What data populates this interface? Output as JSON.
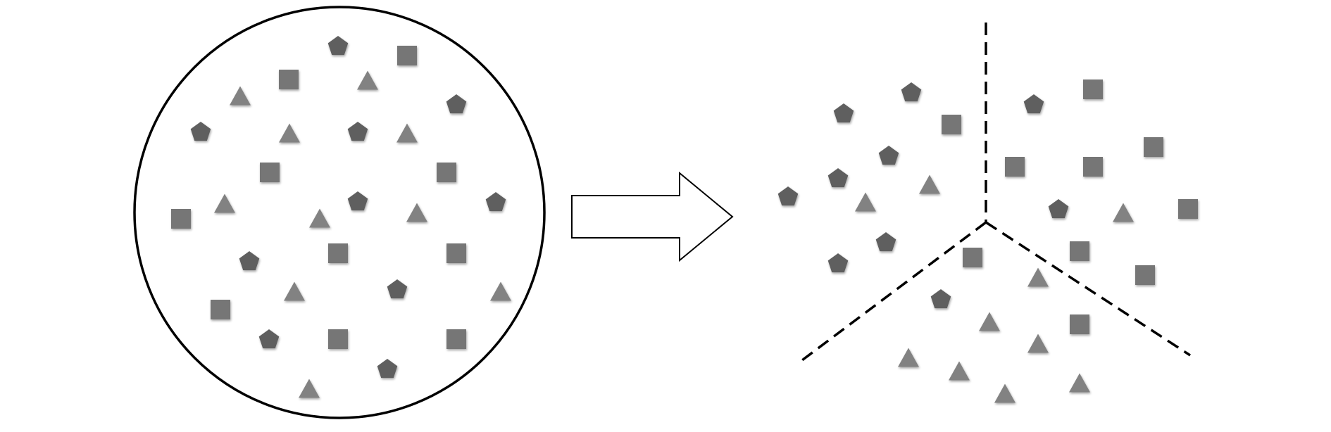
{
  "diagram": {
    "description_kind": "clustering illustration",
    "colors": {
      "outline": "#000000",
      "pentagon": "#5e5e5e",
      "square": "#767676",
      "triangle": "#828282",
      "background": "#ffffff"
    },
    "icons": {
      "arrow": "right-arrow-icon",
      "shapes": [
        "pentagon-icon",
        "square-icon",
        "triangle-icon"
      ]
    },
    "left_group": {
      "pentagon_count": 11,
      "square_count": 9,
      "triangle_count": 11
    },
    "right_group": {
      "clusters": [
        {
          "shape": "pentagon",
          "count": 9
        },
        {
          "shape": "square",
          "count": 11
        },
        {
          "shape": "triangle",
          "count": 11
        }
      ]
    }
  }
}
